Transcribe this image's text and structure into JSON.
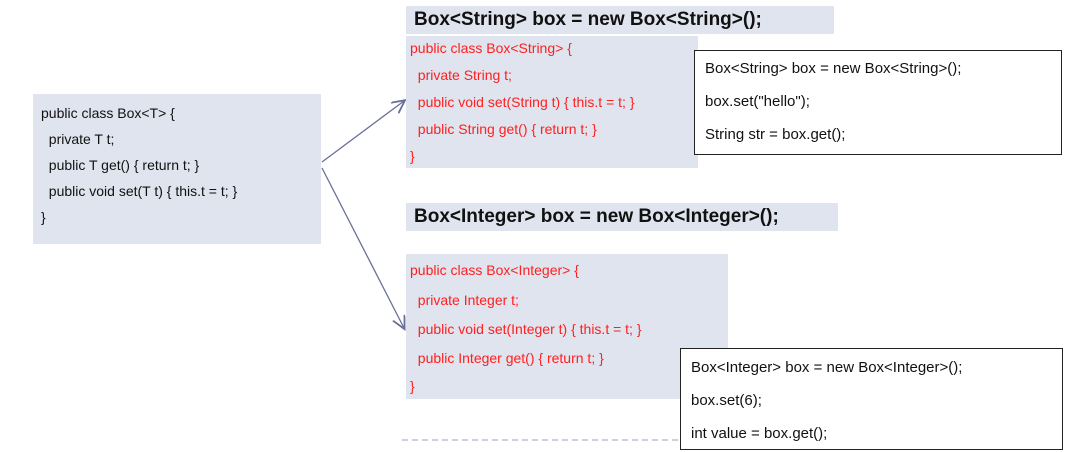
{
  "generic_class": {
    "lines": [
      "public class Box<T> {",
      "  private T t;",
      "  public T get() { return t; }",
      "  public void set(T t) { this.t = t; }",
      "}"
    ]
  },
  "string_heading": "Box<String> box = new Box<String>();",
  "string_class": {
    "lines": [
      "public class Box<String> {",
      "  private String t;",
      "  public void set(String t) { this.t = t; }",
      "  public String get() { return t; }",
      "}"
    ]
  },
  "string_usage": {
    "lines": [
      "Box<String> box = new Box<String>();",
      "box.set(\"hello\");",
      "String str = box.get();"
    ]
  },
  "integer_heading": "Box<Integer> box = new Box<Integer>();",
  "integer_class": {
    "lines": [
      "public class Box<Integer> {",
      "  private Integer t;",
      "  public void set(Integer t) { this.t = t; }",
      "  public Integer get() { return t; }",
      "}"
    ]
  },
  "integer_usage": {
    "lines": [
      "Box<Integer> box = new Box<Integer>();",
      "box.set(6);",
      "int value = box.get();"
    ]
  },
  "colors": {
    "panel_bg": "#dfe4ee",
    "specialized_code": "#ff2020",
    "arrow": "#6a6f9a",
    "dashed_line": "#9aa3c0"
  }
}
